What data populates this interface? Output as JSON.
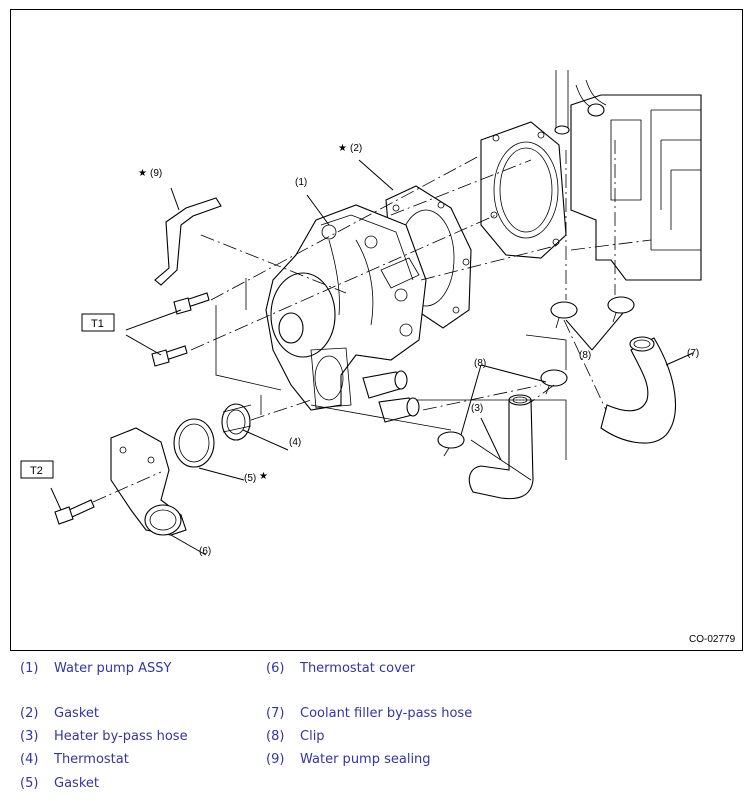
{
  "figure": {
    "code": "CO-02779",
    "callouts": {
      "c1": "(1)",
      "c2": "(2)",
      "c3": "(3)",
      "c4": "(4)",
      "c5": "(5)",
      "c6": "(6)",
      "c7": "(7)",
      "c8a": "(8)",
      "c8b": "(8)",
      "c9": "(9)"
    },
    "star": "★",
    "torque": {
      "t1": "T1",
      "t2": "T2"
    }
  },
  "legend": [
    {
      "num": "(1)",
      "text": "Water pump ASSY"
    },
    {
      "num": "(2)",
      "text": "Gasket"
    },
    {
      "num": "(3)",
      "text": "Heater by-pass hose"
    },
    {
      "num": "(4)",
      "text": "Thermostat"
    },
    {
      "num": "(5)",
      "text": "Gasket"
    },
    {
      "num": "(6)",
      "text": "Thermostat cover"
    },
    {
      "num": "(7)",
      "text": "Coolant filler by-pass hose"
    },
    {
      "num": "(8)",
      "text": "Clip"
    },
    {
      "num": "(9)",
      "text": "Water pump sealing"
    }
  ],
  "colors": {
    "legend_text": "#3333aa",
    "line": "#000000"
  }
}
